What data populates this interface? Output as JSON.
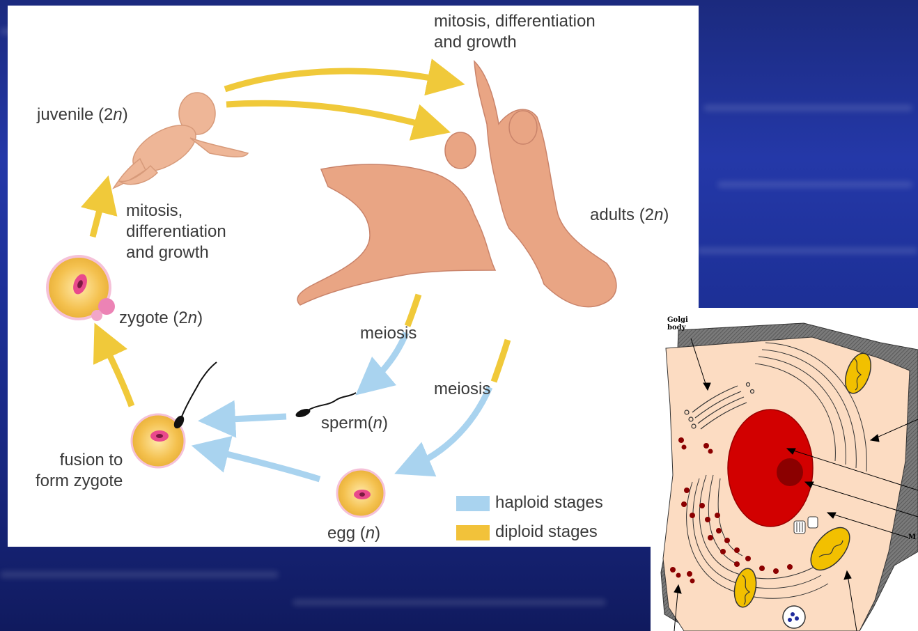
{
  "life_cycle": {
    "mitosis_top": "mitosis, differentiation\nand growth",
    "juvenile_prefix": "juvenile (2",
    "juvenile_n": "n",
    "juvenile_suffix": ")",
    "mitosis_left": "mitosis,\ndifferentiation\nand growth",
    "adults_prefix": "adults (2",
    "adults_n": "n",
    "adults_suffix": ")",
    "zygote_prefix": "zygote (2",
    "zygote_n": "n",
    "zygote_suffix": ")",
    "meiosis_1": "meiosis",
    "meiosis_2": "meiosis",
    "sperm_prefix": "sperm(",
    "sperm_n": "n",
    "sperm_suffix": ")",
    "fusion": "fusion to\nform zygote",
    "egg_prefix": "egg (",
    "egg_n": "n",
    "egg_suffix": ")",
    "legend": [
      {
        "label": "haploid stages",
        "color": "#a9d3ef"
      },
      {
        "label": "diploid stages",
        "color": "#f2c23a"
      }
    ],
    "arrow_diploid_color": "#f0c93a",
    "arrow_haploid_color": "#a9d3ef",
    "cell_body_color": "#f4c59a",
    "skin_color": "#e8a583"
  },
  "cell_diagram": {
    "golgi_label": "Golgi\nbody",
    "m_label": "M",
    "cytoplasm_color": "#fcdcc2",
    "wall_color": "#6e6e6e",
    "nucleus_color": "#d20000",
    "nucleolus_color": "#8b0000",
    "mitochondria_color": "#f2c000"
  }
}
